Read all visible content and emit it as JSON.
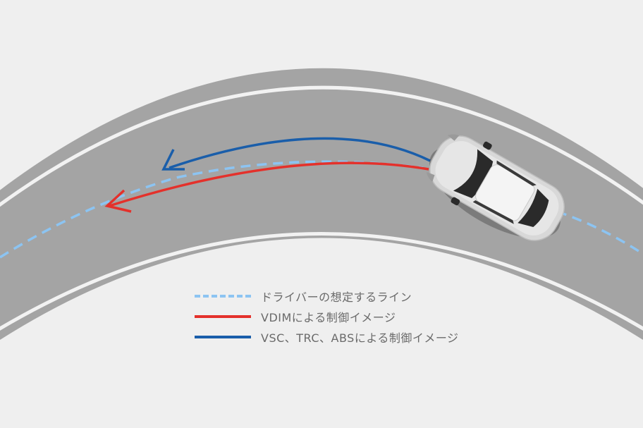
{
  "legend": {
    "items": [
      {
        "id": "driver-line",
        "label": "ドライバーの想定するライン",
        "color": "#8cc4f2",
        "style": "dashed"
      },
      {
        "id": "vdim-control",
        "label": "VDIMによる制御イメージ",
        "color": "#e4312b",
        "style": "solid"
      },
      {
        "id": "vsc-control",
        "label": "VSC、TRC、ABSによる制御イメージ",
        "color": "#1a5eaa",
        "style": "solid"
      }
    ]
  },
  "colors": {
    "background": "#efefef",
    "road": "#a4a4a4",
    "road_edge_line": "#f2f2f2",
    "car_body": "#d8d8d8",
    "car_glass": "#2a2a2a"
  },
  "icons": [
    "car-icon"
  ]
}
